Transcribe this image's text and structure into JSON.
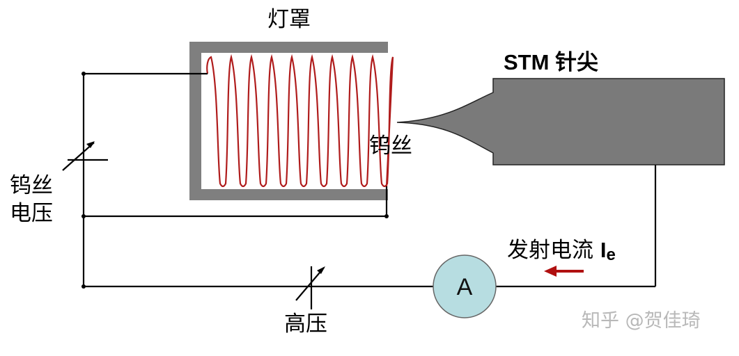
{
  "labels": {
    "lamp_shade": "灯罩",
    "stm_tip": "STM 针尖",
    "filament": "钨丝",
    "filament_voltage_line1": "钨丝",
    "filament_voltage_line2": "电压",
    "high_voltage": "高压",
    "emission_current_text": "发射电流 ",
    "emission_current_symbol": "I",
    "emission_current_subscript": "e",
    "ammeter": "A"
  },
  "watermark": "知乎 @贺佳琦",
  "colors": {
    "coil": "#b01c1c",
    "shade": "#7f7f7f",
    "tip": "#7a7a7a",
    "ammeter_fill": "#b7dde1",
    "arrow": "#b01010"
  }
}
